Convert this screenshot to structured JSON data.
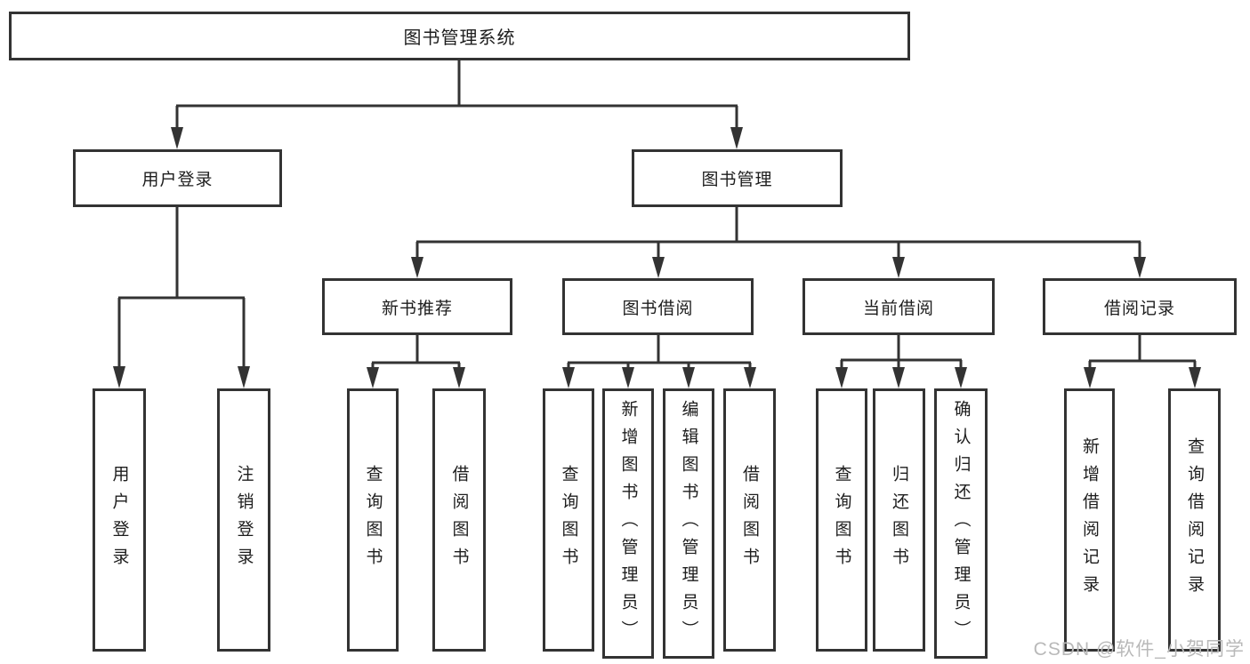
{
  "diagram": {
    "root": "图书管理系统",
    "level2": {
      "login": "用户登录",
      "management": "图书管理"
    },
    "level3": [
      "新书推荐",
      "图书借阅",
      "当前借阅",
      "借阅记录"
    ],
    "leaves": {
      "login": [
        "用户登录",
        "注销登录"
      ],
      "recommend": [
        "查询图书",
        "借阅图书"
      ],
      "borrow": [
        "查询图书",
        "新增图书（管理员）",
        "编辑图书（管理员）",
        "借阅图书"
      ],
      "current": [
        "查询图书",
        "归还图书",
        "确认归还（管理员）"
      ],
      "records": [
        "新增借阅记录",
        "查询借阅记录"
      ]
    }
  },
  "watermark": "CSDN @软件_小贺同学",
  "colors": {
    "line": "#333333",
    "text": "#1d1d1d",
    "watermark": "#b9b9b9",
    "background": "#ffffff"
  }
}
